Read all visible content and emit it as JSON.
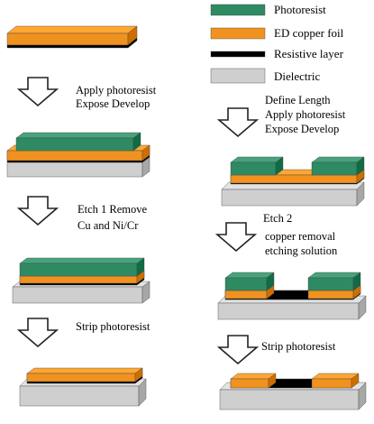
{
  "colors": {
    "photoresist": "#2e8a63",
    "copper": "#f0921f",
    "resistive": "#000000",
    "dielectric": "#cfcfcf"
  },
  "legend": [
    {
      "key": "photoresist",
      "label": "Photoresist"
    },
    {
      "key": "copper",
      "label": "ED copper foil"
    },
    {
      "key": "resistive",
      "label": "Resistive layer"
    },
    {
      "key": "dielectric",
      "label": "Dielectric"
    }
  ],
  "left_steps": [
    {
      "line1": "Apply photoresist",
      "line2": "Expose Develop"
    },
    {
      "line1": "Etch 1 Remove",
      "line2": "Cu and Ni/Cr"
    },
    {
      "line1": "Strip photoresist",
      "line2": ""
    }
  ],
  "right_steps": [
    {
      "line1": "Define Length",
      "line2": "Apply photoresist",
      "line3": "Expose Develop"
    },
    {
      "line1": "Etch 2",
      "line2": "copper removal",
      "line3": "etching solution"
    },
    {
      "line1": "Strip photoresist",
      "line2": "",
      "line3": ""
    }
  ]
}
